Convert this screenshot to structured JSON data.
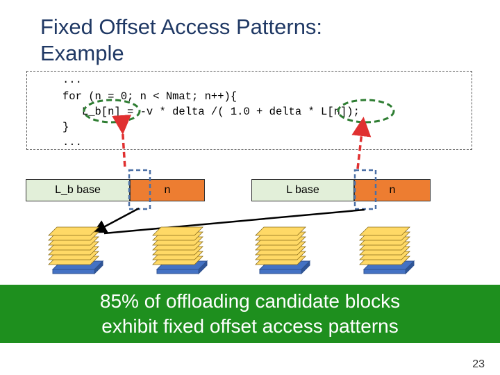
{
  "slide": {
    "title_line1": "Fixed Offset Access Patterns:",
    "title_line2": "Example",
    "page_number": "23"
  },
  "code": {
    "lines": [
      "...",
      "for (n = 0; n < Nmat; n++){",
      "   L_b[n] = -v * delta /( 1.0 + delta * L[n]);",
      "}",
      "..."
    ]
  },
  "memory": {
    "segments": [
      "L_b base",
      "n",
      "L base",
      "n"
    ]
  },
  "banner": {
    "line1": "85% of offloading candidate blocks",
    "line2": "exhibit fixed offset access patterns"
  },
  "colors": {
    "title": "#1f3864",
    "segment_green": "#e2efd9",
    "segment_orange": "#ed7d31",
    "highlight_green": "#2e7d32",
    "arrow_red": "#e03030",
    "dashed_blue": "#4a6fa5",
    "block_yellow": "#ffd966",
    "block_base": "#4472c4",
    "banner": "#1e8f1e"
  }
}
